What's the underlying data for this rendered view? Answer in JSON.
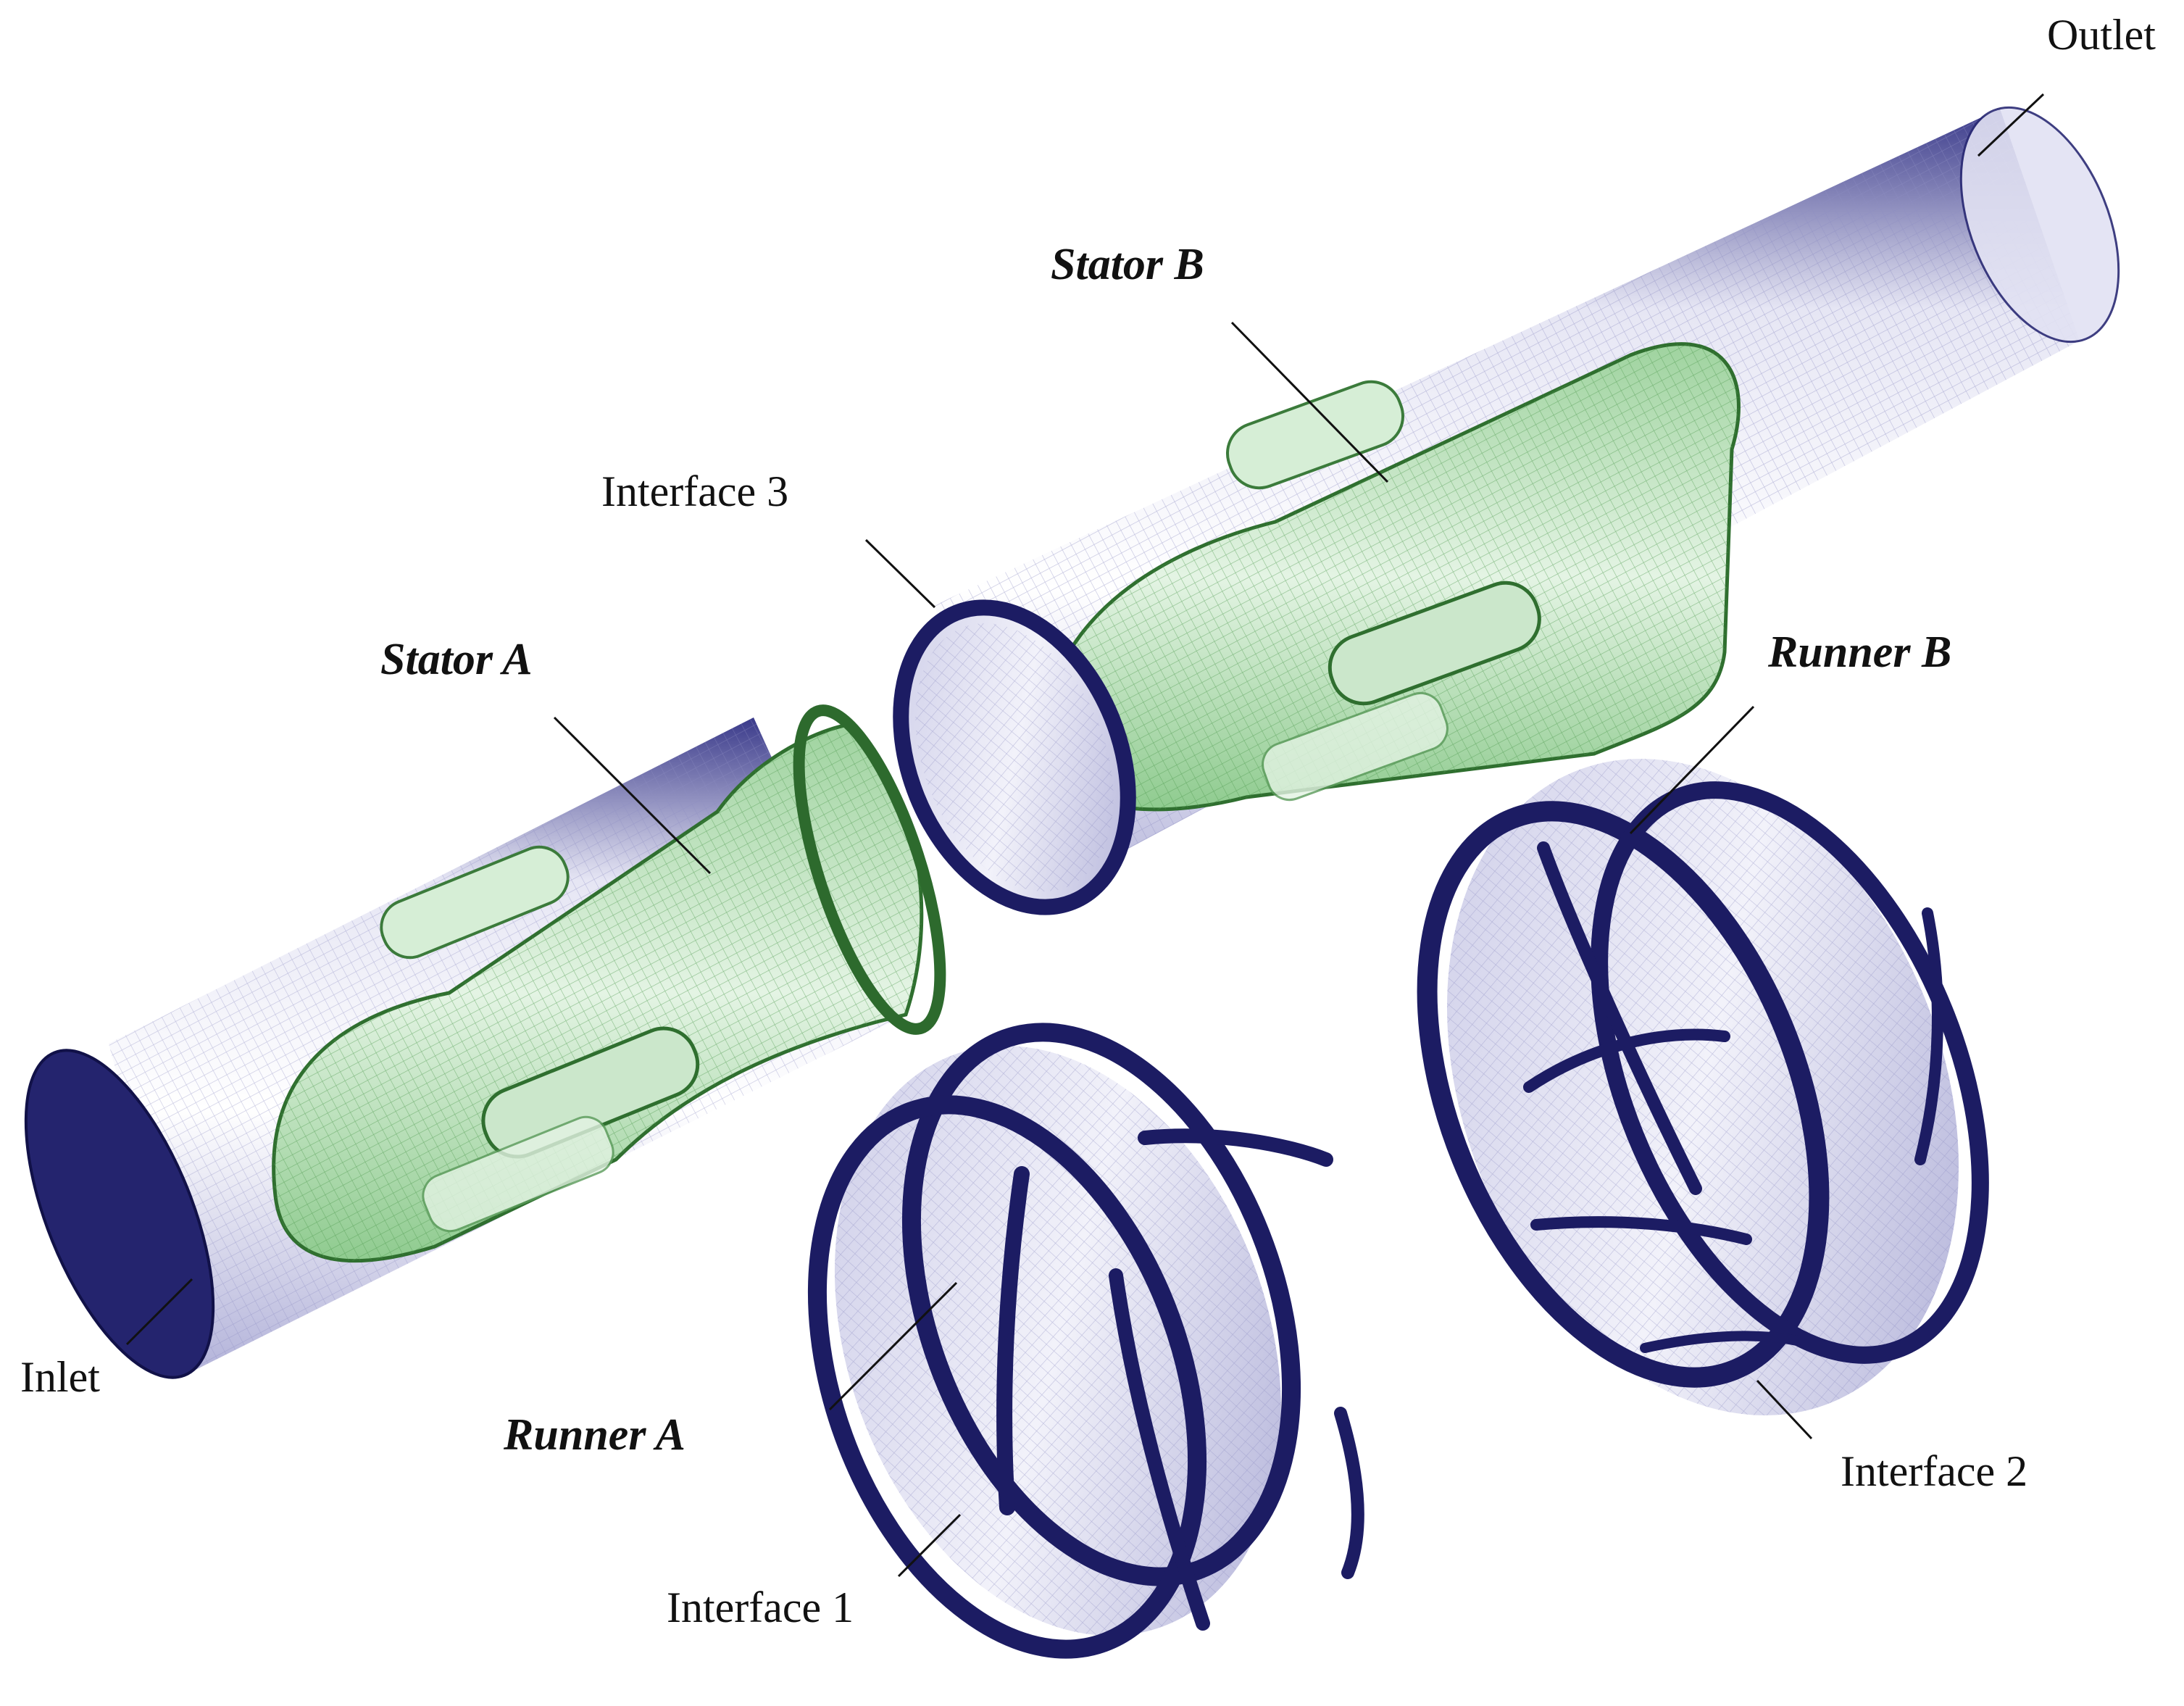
{
  "labels": {
    "outlet": "Outlet",
    "inlet": "Inlet",
    "stator_a": "Stator A",
    "stator_b": "Stator B",
    "runner_a": "Runner A",
    "runner_b": "Runner B",
    "interface_1": "Interface 1",
    "interface_2": "Interface 2",
    "interface_3": "Interface 3"
  },
  "colors": {
    "mesh_blue": "#1c1c63",
    "mesh_light": "#d8d8ee",
    "stator_green": "#3f8f3f",
    "stator_light": "#cfe8cf",
    "leader": "#111111"
  }
}
